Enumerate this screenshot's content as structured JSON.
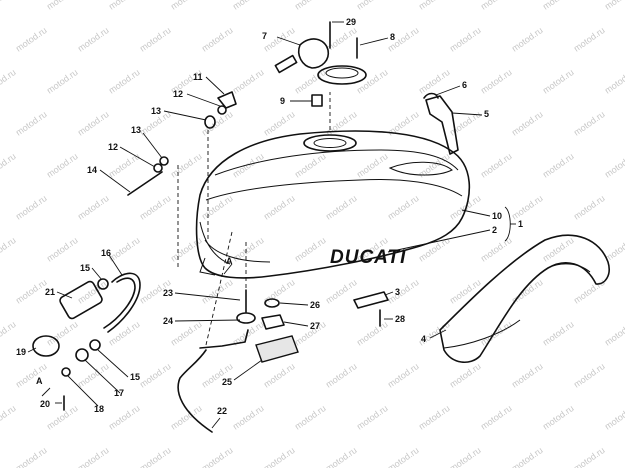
{
  "watermark": "motod.ru",
  "brand": "DUCATI",
  "view_marker": "A",
  "callouts": {
    "c1": "1",
    "c2": "2",
    "c3": "3",
    "c4": "4",
    "c5": "5",
    "c6": "6",
    "c7": "7",
    "c8": "8",
    "c9": "9",
    "c10": "10",
    "c11": "11",
    "c12a": "12",
    "c12b": "12",
    "c13a": "13",
    "c13b": "13",
    "c14": "14",
    "c15a": "15",
    "c15b": "15",
    "c16": "16",
    "c17": "17",
    "c18": "18",
    "c19": "19",
    "c20": "20",
    "c21": "21",
    "c22": "22",
    "c23": "23",
    "c24": "24",
    "c25": "25",
    "c26": "26",
    "c27": "27",
    "c28": "28",
    "c29": "29"
  }
}
